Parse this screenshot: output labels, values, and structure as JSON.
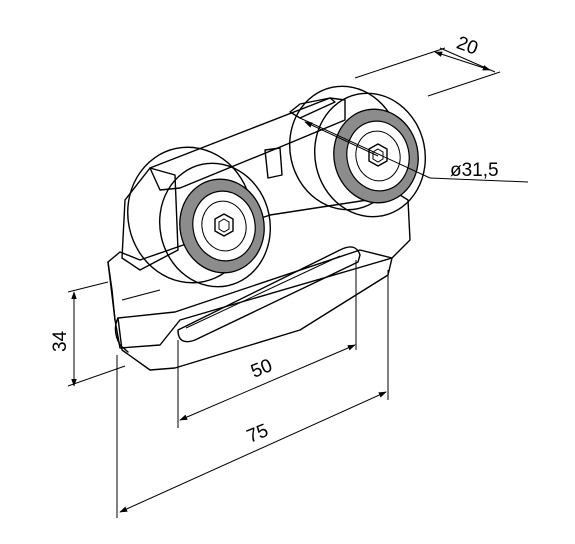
{
  "dimensions": {
    "depth": "20",
    "wheel_diameter": "ø31,5",
    "height": "34",
    "inner_width": "50",
    "overall_width": "75"
  },
  "colors": {
    "line": "#000000",
    "bearing_ring": "#8c8c8c",
    "background": "#ffffff"
  },
  "icons": {
    "hub": "hex-socket-icon"
  }
}
